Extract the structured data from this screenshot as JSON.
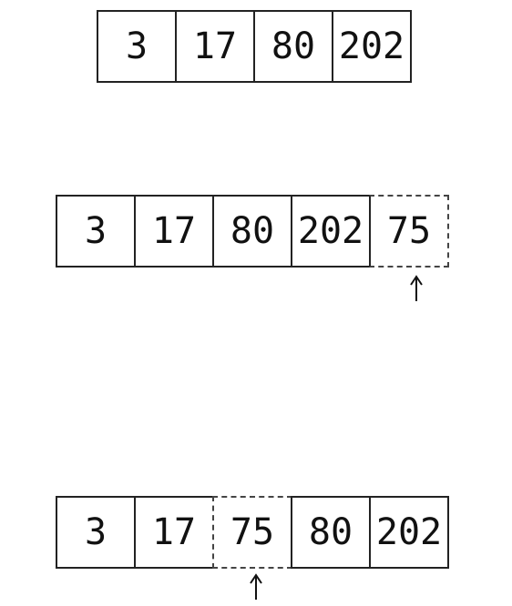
{
  "rows": [
    {
      "cells": [
        "3",
        "17",
        "80",
        "202"
      ]
    },
    {
      "cells": [
        "3",
        "17",
        "80",
        "202",
        "75"
      ],
      "highlight_index": 4
    },
    {
      "cells": [
        "3",
        "17",
        "75",
        "80",
        "202"
      ],
      "highlight_index": 2
    }
  ],
  "icons": {
    "pointer": "up-arrow-icon"
  }
}
